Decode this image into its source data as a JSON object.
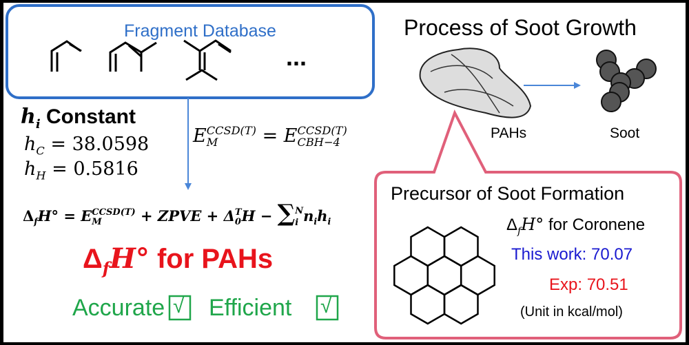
{
  "fragment_box": {
    "title": "Fragment Database",
    "ellipsis": "..."
  },
  "constants": {
    "title_var": "h",
    "title_sub": "i",
    "title": "Constant",
    "hc_label": "h",
    "hc_sub": "C",
    "hc_value": "= 38.0598",
    "hh_label": "h",
    "hh_sub": "H",
    "hh_value": "= 0.5816"
  },
  "cbh": {
    "lhs": "E",
    "lhs_sup": "CCSD(T)",
    "lhs_sub": "M",
    "eq": " = ",
    "rhs": "E",
    "rhs_sup": "CCSD(T)",
    "rhs_sub": "CBH−4"
  },
  "formula": {
    "delta": "Δ",
    "f": "f",
    "H": "H°",
    "eq": " = ",
    "E": "E",
    "E_sup": "CCSD(T)",
    "E_sub": "M",
    "rest1": " + ZPVE + Δ",
    "d_sup": "T",
    "d_sub": "0",
    "rest2": "H − ",
    "sum": "∑",
    "sum_sup": "N",
    "sum_sub": "i",
    "term": "n",
    "term_sub": "i",
    "term2": "h",
    "term2_sub": "i"
  },
  "result": {
    "delta": "Δ",
    "f": "f",
    "H": "H°",
    "text": " for PAHs"
  },
  "badges": {
    "accurate": "Accurate",
    "efficient": "Efficient",
    "check": "√"
  },
  "soot": {
    "title": "Process of Soot Growth",
    "pahs": "PAHs",
    "soot": "Soot"
  },
  "callout": {
    "title": "Precursor of Soot Formation",
    "dfh": "Δ",
    "f": "f",
    "H": "H°",
    "for": " for Coronene",
    "this_work": "This work: 70.07",
    "exp": "Exp: 70.51",
    "unit": "(Unit in kcal/mol)"
  },
  "colors": {
    "blue_box": "#2f6fc8",
    "pink": "#e0607a",
    "red": "#e8141c",
    "green": "#1fa64a",
    "blue_text": "#1a1ad0",
    "arrow": "#4a86d8"
  }
}
